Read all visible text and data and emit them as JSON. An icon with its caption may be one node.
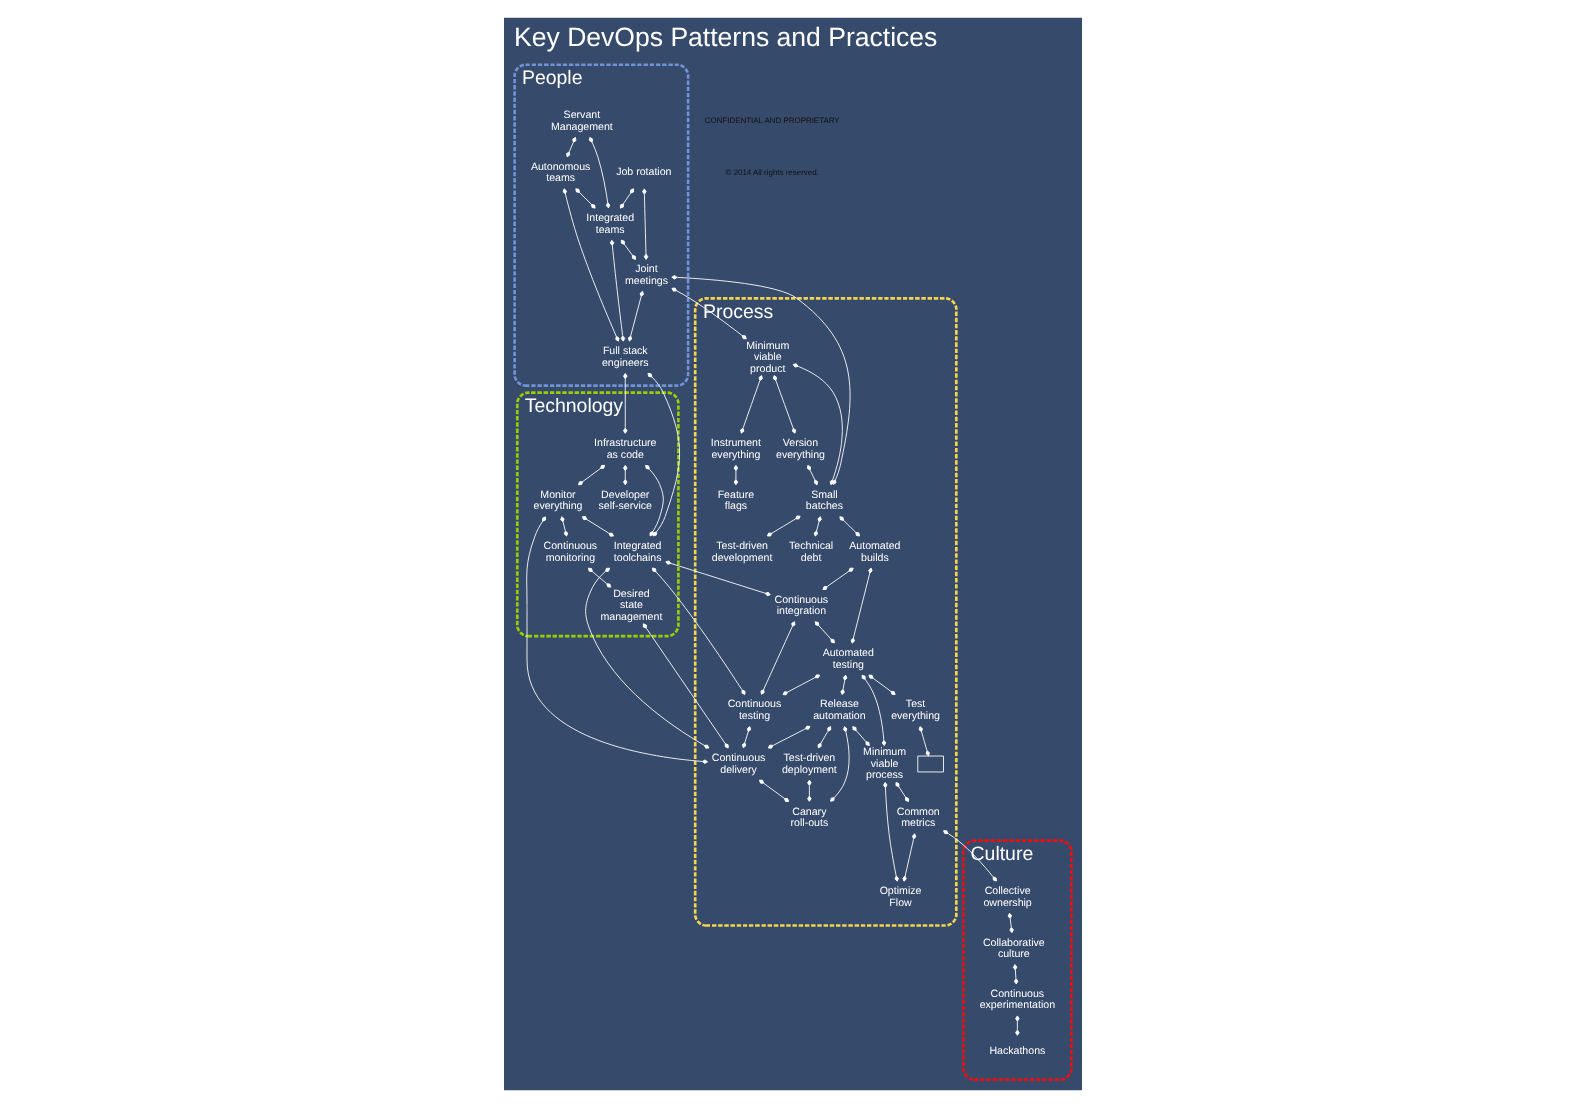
{
  "diagram": {
    "title": "Key DevOps Patterns and Practices",
    "nodes": [
      {
        "text": [
          "People"
        ]
      },
      {
        "text": [
          "Servant Management"
        ],
        "in": 0
      },
      {
        "text": [
          "Job rotation"
        ],
        "in": 0
      },
      {
        "text": [
          "Autonomous teams"
        ],
        "in": 0
      },
      {
        "text": [
          "Integrated teams"
        ],
        "in": 0
      },
      {
        "text": [
          "Joint meetings"
        ],
        "in": 0
      },
      {
        "text": [
          "Full stack engineers"
        ],
        "in": 0
      },
      {
        "text": [
          "Process"
        ]
      },
      {
        "text": [
          "Minimum viable product"
        ],
        "in": 7
      },
      {
        "text": [
          "Instrument everything"
        ],
        "in": 7
      },
      {
        "text": [
          "Feature flags"
        ],
        "in": 7
      },
      {
        "text": [
          "Version everything"
        ],
        "in": 7
      },
      {
        "text": [
          "Small batches"
        ],
        "in": 7
      },
      {
        "text": [
          "Test-driven development"
        ],
        "in": 7
      },
      {
        "text": [
          "Technical debt"
        ],
        "in": 7
      },
      {
        "text": [
          "Automated builds"
        ],
        "in": 7
      },
      {
        "text": [
          "Continuous integration"
        ],
        "in": 7
      },
      {
        "text": [
          "Automated testing"
        ],
        "in": 7
      },
      {
        "text": [
          "Test everything"
        ],
        "in": 7
      },
      {
        "text": [],
        "shape": "box",
        "in": 7
      },
      {
        "text": [
          "Continuous testing"
        ],
        "in": 7
      },
      {
        "text": [
          "Minimum viable process"
        ],
        "in": 7
      },
      {
        "text": [
          "Common metrics"
        ],
        "in": 7
      },
      {
        "text": [
          "Release automation"
        ],
        "in": 7
      },
      {
        "text": [
          "Continuous delivery"
        ],
        "in": 7
      },
      {
        "text": [
          "Optimize Flow"
        ],
        "in": 7
      },
      {
        "text": [
          "Test-driven deployment"
        ],
        "in": 7
      },
      {
        "text": [
          "Canary roll-outs"
        ],
        "in": 7
      },
      {
        "text": [
          "Technology"
        ]
      },
      {
        "text": [
          "Infrastructure as code"
        ],
        "in": 28
      },
      {
        "text": [
          "Integrated toolchains"
        ],
        "in": 28
      },
      {
        "text": [
          "Developer self-service"
        ],
        "in": 28
      },
      {
        "text": [
          "Monitor everything"
        ],
        "in": 28
      },
      {
        "text": [
          "Desired state management"
        ],
        "in": 28
      },
      {
        "text": [
          "Continuous monitoring"
        ],
        "in": 28
      },
      {
        "text": [
          "Culture"
        ]
      },
      {
        "text": [
          "Collective ownership"
        ],
        "in": 35
      },
      {
        "text": [
          "Collaborative culture"
        ],
        "in": 35
      },
      {
        "text": [
          "Continuous experimentation"
        ],
        "in": 35
      },
      {
        "text": [
          "Hackathons"
        ],
        "in": 35
      }
    ],
    "edges": [
      {
        "from": 1,
        "to": 3,
        "arrow": "other"
      },
      {
        "from": 1,
        "to": 4,
        "arrow": "other"
      },
      {
        "from": 2,
        "to": 4,
        "arrow": "other"
      },
      {
        "from": 2,
        "to": 5,
        "arrow": "other"
      },
      {
        "from": 3,
        "to": 4,
        "arrow": "other"
      },
      {
        "from": 4,
        "to": 5,
        "arrow": "other"
      },
      {
        "from": 3,
        "to": 6,
        "arrow": "other"
      },
      {
        "from": 4,
        "to": 6,
        "arrow": "other"
      },
      {
        "from": 5,
        "to": 6,
        "arrow": "other"
      },
      {
        "from": 5,
        "to": 8,
        "arrow": "other"
      },
      {
        "from": 5,
        "to": 12,
        "arrow": "other"
      },
      {
        "from": 8,
        "to": 9,
        "arrow": "other"
      },
      {
        "from": 9,
        "to": 10,
        "arrow": "other"
      },
      {
        "from": 8,
        "to": 11,
        "arrow": "other"
      },
      {
        "from": 8,
        "to": 12,
        "arrow": "other"
      },
      {
        "from": 11,
        "to": 12,
        "arrow": "other"
      },
      {
        "from": 12,
        "to": 13,
        "arrow": "other"
      },
      {
        "from": 12,
        "to": 14,
        "arrow": "other"
      },
      {
        "from": 12,
        "to": 15,
        "arrow": "other"
      },
      {
        "from": 15,
        "to": 16,
        "arrow": "other"
      },
      {
        "from": 15,
        "to": 17,
        "arrow": "other"
      },
      {
        "from": 16,
        "to": 17,
        "arrow": "other"
      },
      {
        "from": 16,
        "to": 20,
        "arrow": "other"
      },
      {
        "from": 17,
        "to": 20,
        "arrow": "other"
      },
      {
        "from": 17,
        "to": 18,
        "arrow": "other"
      },
      {
        "from": 18,
        "to": 19,
        "arrow": "other"
      },
      {
        "from": 17,
        "to": 21,
        "arrow": "other"
      },
      {
        "from": 17,
        "to": 23,
        "arrow": "other"
      },
      {
        "from": 20,
        "to": 24,
        "arrow": "other"
      },
      {
        "from": 21,
        "to": 22,
        "arrow": "other"
      },
      {
        "from": 21,
        "to": 25,
        "arrow": "other"
      },
      {
        "from": 22,
        "to": 25,
        "arrow": "other"
      },
      {
        "from": 22,
        "to": 36,
        "arrow": "other"
      },
      {
        "from": 23,
        "to": 21,
        "arrow": "other"
      },
      {
        "from": 23,
        "to": 24,
        "arrow": "other"
      },
      {
        "from": 23,
        "to": 26,
        "arrow": "other"
      },
      {
        "from": 23,
        "to": 27,
        "arrow": "other"
      },
      {
        "from": 24,
        "to": 27,
        "arrow": "other"
      },
      {
        "from": 26,
        "to": 27,
        "arrow": "other"
      },
      {
        "from": 6,
        "to": 29,
        "arrow": "other"
      },
      {
        "from": 6,
        "to": 30,
        "arrow": "other"
      },
      {
        "from": 30,
        "to": 16,
        "arrow": "other"
      },
      {
        "from": 29,
        "to": 30,
        "arrow": "other"
      },
      {
        "from": 30,
        "to": 20,
        "arrow": "other"
      },
      {
        "from": 29,
        "to": 31,
        "arrow": "other"
      },
      {
        "from": 29,
        "to": 32,
        "arrow": "other"
      },
      {
        "from": 32,
        "to": 30,
        "arrow": "other"
      },
      {
        "from": 30,
        "to": 24,
        "arrow": "other"
      },
      {
        "from": 32,
        "to": 24,
        "arrow": "other"
      },
      {
        "from": 33,
        "to": 24,
        "arrow": "other"
      },
      {
        "from": 32,
        "to": 34,
        "arrow": "other"
      },
      {
        "from": 34,
        "to": 33,
        "arrow": "other"
      },
      {
        "from": 36,
        "to": 37,
        "arrow": "other"
      },
      {
        "from": 37,
        "to": 38,
        "arrow": "other"
      },
      {
        "from": 38,
        "to": 39,
        "arrow": "other"
      }
    ],
    "labels": [
      "CONFIDENTIAL AND PROPRIETARY",
      "© 2014 All rights reserved."
    ]
  }
}
